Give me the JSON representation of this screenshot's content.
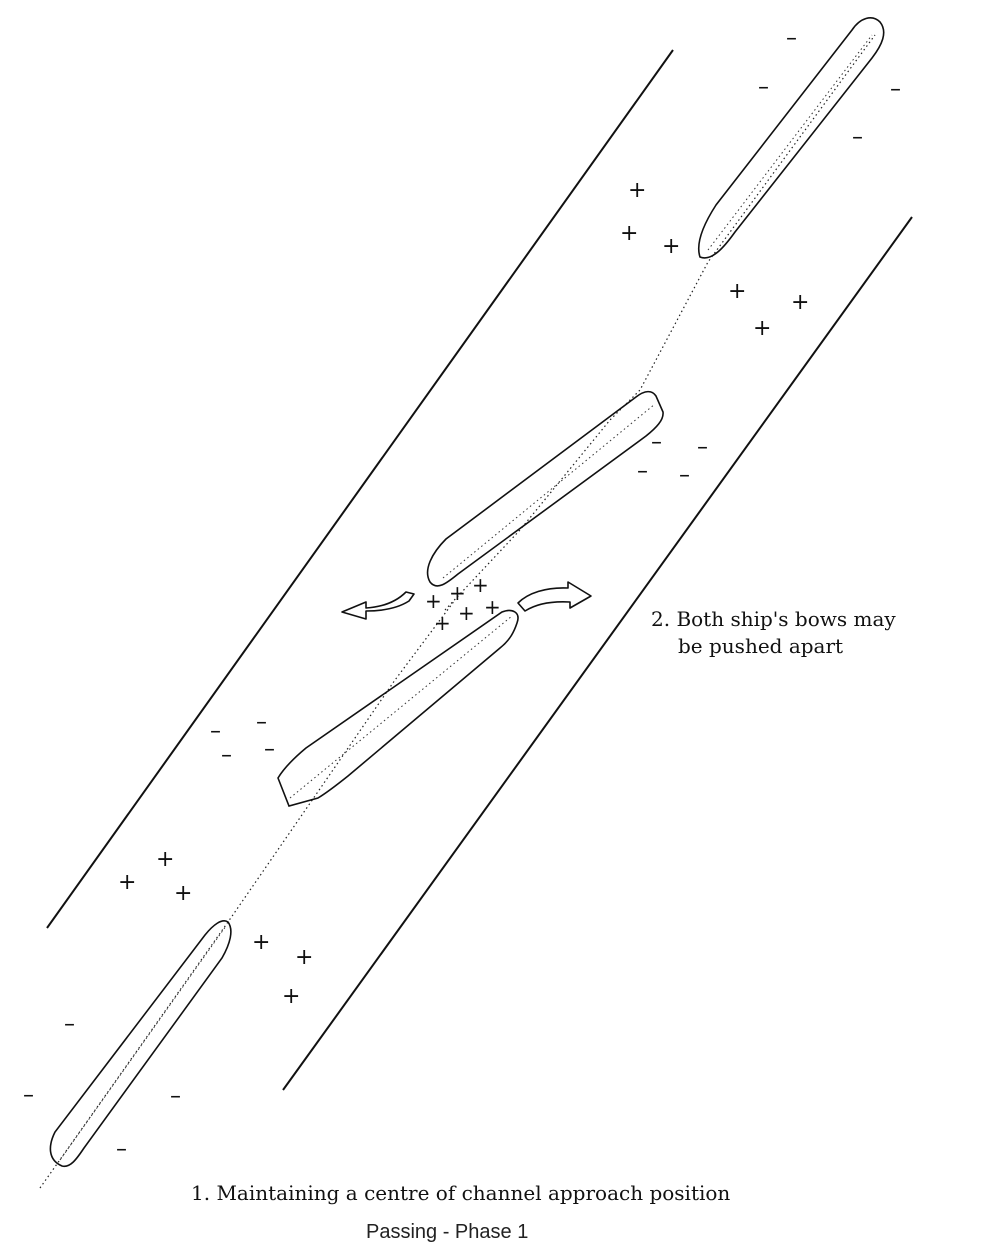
{
  "annotations": {
    "bows_line1": "2. Both ship's bows may",
    "bows_line2": "be pushed apart",
    "approach": "1. Maintaining a centre of channel approach position"
  },
  "caption": "Passing - Phase 1",
  "pressure_symbols": {
    "plus": "+",
    "minus": "–"
  },
  "colors": {
    "ink": "#111111",
    "background": "#ffffff"
  },
  "icons": [
    "ship-outline",
    "pressure-plus",
    "pressure-minus",
    "push-apart-arrow"
  ]
}
